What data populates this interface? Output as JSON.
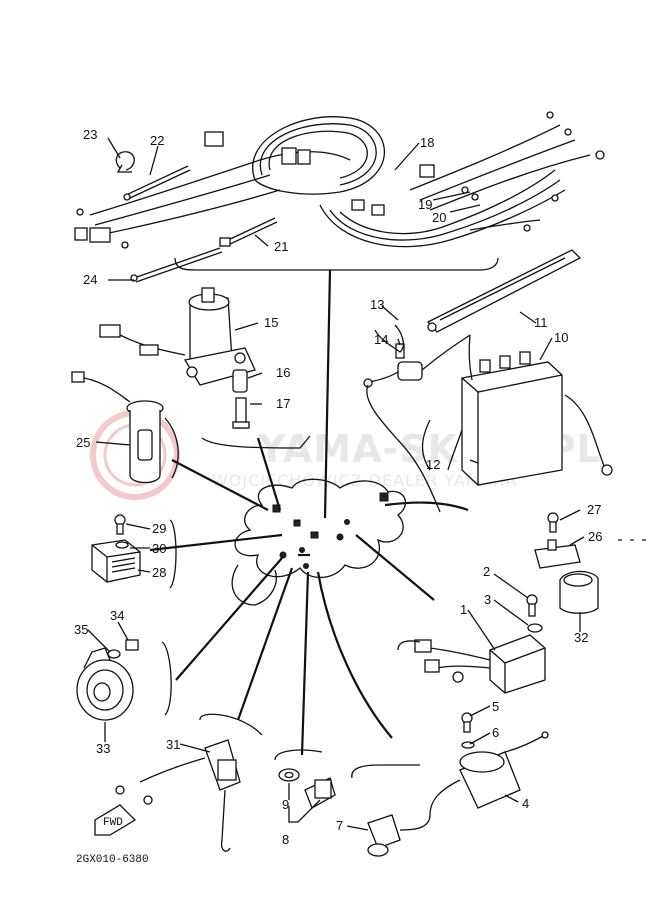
{
  "watermark": {
    "main": "YAMA-SKLEP.PL",
    "sub": "WOJCIECHOWICZ  DEALER YAMAHA"
  },
  "diagram_code": "2GX010-6380",
  "fwd_label": "FWD",
  "callouts": {
    "c1": "1",
    "c2": "2",
    "c3": "3",
    "c4": "4",
    "c5": "5",
    "c6": "6",
    "c7": "7",
    "c8": "8",
    "c9": "9",
    "c10": "10",
    "c11": "11",
    "c12": "12",
    "c13": "13",
    "c14": "14",
    "c15": "15",
    "c16": "16",
    "c17": "17",
    "c18": "18",
    "c19": "19",
    "c20": "20",
    "c21": "21",
    "c22": "22",
    "c23": "23",
    "c24": "24",
    "c25": "25",
    "c26": "26",
    "c27": "27",
    "c28": "28",
    "c29": "29",
    "c30": "30",
    "c31": "31",
    "c32": "32",
    "c33": "33",
    "c34": "34",
    "c35": "35"
  },
  "colors": {
    "ink": "#111111",
    "watermark": "#e7e7e7",
    "watermark_logo": "#f3c9c9"
  }
}
